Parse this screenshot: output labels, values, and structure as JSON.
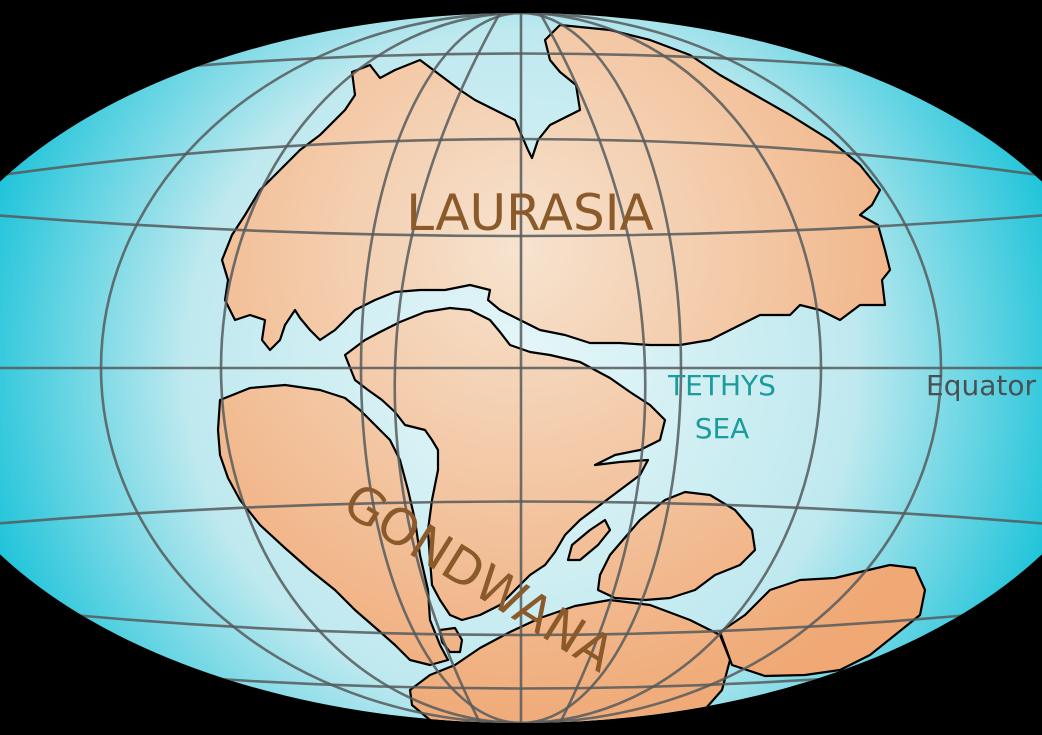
{
  "labels": {
    "laurasia": "LAURASIA",
    "gondwana": "GONDWANA",
    "tethys_line1": "TETHYS",
    "tethys_line2": "SEA",
    "equator": "Equator"
  },
  "colors": {
    "background": "#000000",
    "ocean_center": "#e6f6f8",
    "ocean_edge": "#1bc3d9",
    "land_center": "#f6e3cf",
    "land_edge": "#f0a874",
    "continent_label": "#8a5a2b",
    "sea_label": "#1a9c9c",
    "equator_label": "#4a4f52",
    "grid": "#555a5c"
  }
}
